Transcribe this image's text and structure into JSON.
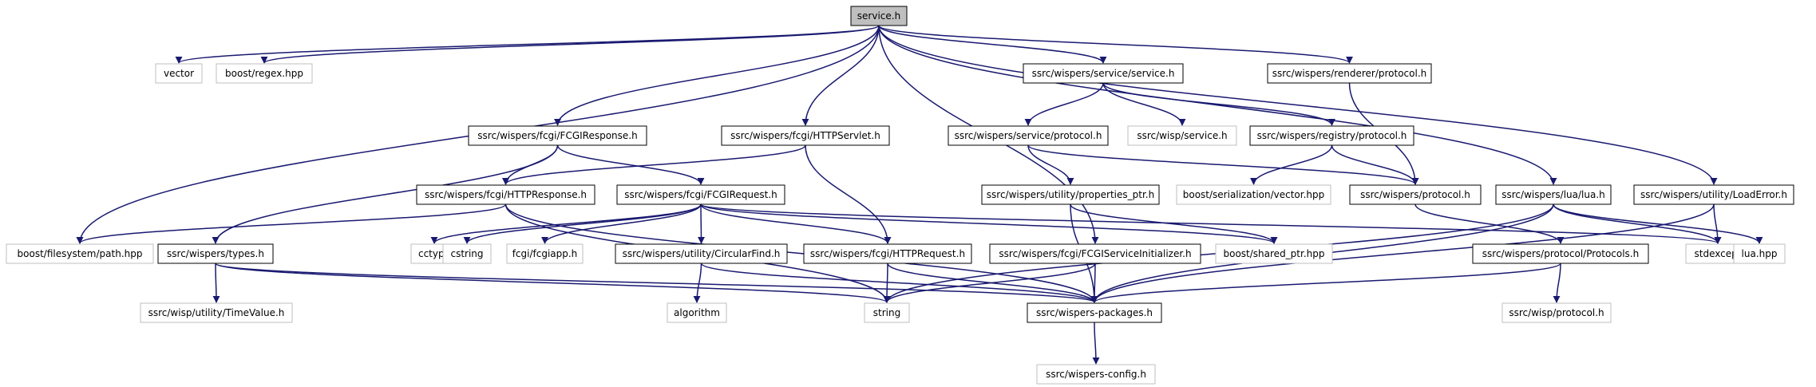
{
  "colors": {
    "edge": "#191970",
    "root_fill": "#bfbfbf",
    "local_border": "#000000",
    "external_border": "#bfbfbf",
    "background": "#ffffff"
  },
  "nodes": [
    {
      "id": "service_h",
      "label": "service.h",
      "kind": "root"
    },
    {
      "id": "vector",
      "label": "vector",
      "kind": "ext"
    },
    {
      "id": "boost_regex",
      "label": "boost/regex.hpp",
      "kind": "ext"
    },
    {
      "id": "wispers_service_service_h",
      "label": "ssrc/wispers/service/service.h",
      "kind": "local"
    },
    {
      "id": "renderer_protocol_h",
      "label": "ssrc/wispers/renderer/protocol.h",
      "kind": "local"
    },
    {
      "id": "fcgi_response_h",
      "label": "ssrc/wispers/fcgi/FCGIResponse.h",
      "kind": "local"
    },
    {
      "id": "http_servlet_h",
      "label": "ssrc/wispers/fcgi/HTTPServlet.h",
      "kind": "local"
    },
    {
      "id": "service_protocol_h",
      "label": "ssrc/wispers/service/protocol.h",
      "kind": "local"
    },
    {
      "id": "wisp_service_h",
      "label": "ssrc/wisp/service.h",
      "kind": "ext"
    },
    {
      "id": "registry_protocol_h",
      "label": "ssrc/wispers/registry/protocol.h",
      "kind": "local"
    },
    {
      "id": "http_response_h",
      "label": "ssrc/wispers/fcgi/HTTPResponse.h",
      "kind": "local"
    },
    {
      "id": "fcgi_request_h",
      "label": "ssrc/wispers/fcgi/FCGIRequest.h",
      "kind": "local"
    },
    {
      "id": "properties_ptr_h",
      "label": "ssrc/wispers/utility/properties_ptr.h",
      "kind": "local"
    },
    {
      "id": "boost_ser_vector",
      "label": "boost/serialization/vector.hpp",
      "kind": "ext"
    },
    {
      "id": "wispers_protocol_h",
      "label": "ssrc/wispers/protocol.h",
      "kind": "local"
    },
    {
      "id": "lua_h",
      "label": "ssrc/wispers/lua/lua.h",
      "kind": "local"
    },
    {
      "id": "load_error_h",
      "label": "ssrc/wispers/utility/LoadError.h",
      "kind": "local"
    },
    {
      "id": "boost_fs_path",
      "label": "boost/filesystem/path.hpp",
      "kind": "ext"
    },
    {
      "id": "types_h",
      "label": "ssrc/wispers/types.h",
      "kind": "local"
    },
    {
      "id": "cctype",
      "label": "cctype",
      "kind": "ext"
    },
    {
      "id": "cstring",
      "label": "cstring",
      "kind": "ext"
    },
    {
      "id": "fcgiapp_h",
      "label": "fcgi/fcgiapp.h",
      "kind": "ext"
    },
    {
      "id": "circular_find_h",
      "label": "ssrc/wispers/utility/CircularFind.h",
      "kind": "local"
    },
    {
      "id": "http_request_h",
      "label": "ssrc/wispers/fcgi/HTTPRequest.h",
      "kind": "local"
    },
    {
      "id": "fcgi_service_init_h",
      "label": "ssrc/wispers/fcgi/FCGIServiceInitializer.h",
      "kind": "local"
    },
    {
      "id": "boost_shared_ptr",
      "label": "boost/shared_ptr.hpp",
      "kind": "ext"
    },
    {
      "id": "protocols_h",
      "label": "ssrc/wispers/protocol/Protocols.h",
      "kind": "local"
    },
    {
      "id": "stdexcept",
      "label": "stdexcept",
      "kind": "ext"
    },
    {
      "id": "lua_hpp",
      "label": "lua.hpp",
      "kind": "ext"
    },
    {
      "id": "time_value_h",
      "label": "ssrc/wisp/utility/TimeValue.h",
      "kind": "ext"
    },
    {
      "id": "algorithm",
      "label": "algorithm",
      "kind": "ext"
    },
    {
      "id": "string",
      "label": "string",
      "kind": "ext"
    },
    {
      "id": "wispers_packages_h",
      "label": "ssrc/wispers-packages.h",
      "kind": "local"
    },
    {
      "id": "wisp_protocol_h",
      "label": "ssrc/wisp/protocol.h",
      "kind": "ext"
    },
    {
      "id": "wispers_config_h",
      "label": "ssrc/wispers-config.h",
      "kind": "ext"
    }
  ],
  "edges": [
    [
      "service_h",
      "vector"
    ],
    [
      "service_h",
      "boost_regex"
    ],
    [
      "service_h",
      "wispers_service_service_h"
    ],
    [
      "service_h",
      "renderer_protocol_h"
    ],
    [
      "service_h",
      "fcgi_response_h"
    ],
    [
      "service_h",
      "http_servlet_h"
    ],
    [
      "service_h",
      "boost_fs_path"
    ],
    [
      "service_h",
      "fcgi_service_init_h"
    ],
    [
      "service_h",
      "lua_h"
    ],
    [
      "service_h",
      "load_error_h"
    ],
    [
      "wispers_service_service_h",
      "service_protocol_h"
    ],
    [
      "wispers_service_service_h",
      "wisp_service_h"
    ],
    [
      "wispers_service_service_h",
      "registry_protocol_h"
    ],
    [
      "renderer_protocol_h",
      "wispers_protocol_h"
    ],
    [
      "fcgi_response_h",
      "http_response_h"
    ],
    [
      "fcgi_response_h",
      "fcgi_request_h"
    ],
    [
      "fcgi_response_h",
      "types_h"
    ],
    [
      "http_servlet_h",
      "http_response_h"
    ],
    [
      "http_servlet_h",
      "http_request_h"
    ],
    [
      "service_protocol_h",
      "properties_ptr_h"
    ],
    [
      "service_protocol_h",
      "wispers_protocol_h"
    ],
    [
      "registry_protocol_h",
      "boost_ser_vector"
    ],
    [
      "registry_protocol_h",
      "wispers_protocol_h"
    ],
    [
      "http_response_h",
      "boost_fs_path"
    ],
    [
      "http_response_h",
      "string"
    ],
    [
      "http_response_h",
      "wispers_packages_h"
    ],
    [
      "fcgi_request_h",
      "cctype"
    ],
    [
      "fcgi_request_h",
      "cstring"
    ],
    [
      "fcgi_request_h",
      "fcgiapp_h"
    ],
    [
      "fcgi_request_h",
      "circular_find_h"
    ],
    [
      "fcgi_request_h",
      "http_request_h"
    ],
    [
      "fcgi_request_h",
      "boost_shared_ptr"
    ],
    [
      "fcgi_request_h",
      "stdexcept"
    ],
    [
      "properties_ptr_h",
      "boost_shared_ptr"
    ],
    [
      "properties_ptr_h",
      "wispers_packages_h"
    ],
    [
      "wispers_protocol_h",
      "protocols_h"
    ],
    [
      "lua_h",
      "stdexcept"
    ],
    [
      "lua_h",
      "lua_hpp"
    ],
    [
      "lua_h",
      "string"
    ],
    [
      "lua_h",
      "wispers_packages_h"
    ],
    [
      "load_error_h",
      "stdexcept"
    ],
    [
      "load_error_h",
      "wispers_packages_h"
    ],
    [
      "types_h",
      "time_value_h"
    ],
    [
      "types_h",
      "string"
    ],
    [
      "types_h",
      "wispers_packages_h"
    ],
    [
      "circular_find_h",
      "algorithm"
    ],
    [
      "circular_find_h",
      "wispers_packages_h"
    ],
    [
      "http_request_h",
      "string"
    ],
    [
      "http_request_h",
      "wispers_packages_h"
    ],
    [
      "fcgi_service_init_h",
      "string"
    ],
    [
      "fcgi_service_init_h",
      "wispers_packages_h"
    ],
    [
      "protocols_h",
      "wispers_packages_h"
    ],
    [
      "protocols_h",
      "wisp_protocol_h"
    ],
    [
      "wispers_packages_h",
      "wispers_config_h"
    ]
  ]
}
